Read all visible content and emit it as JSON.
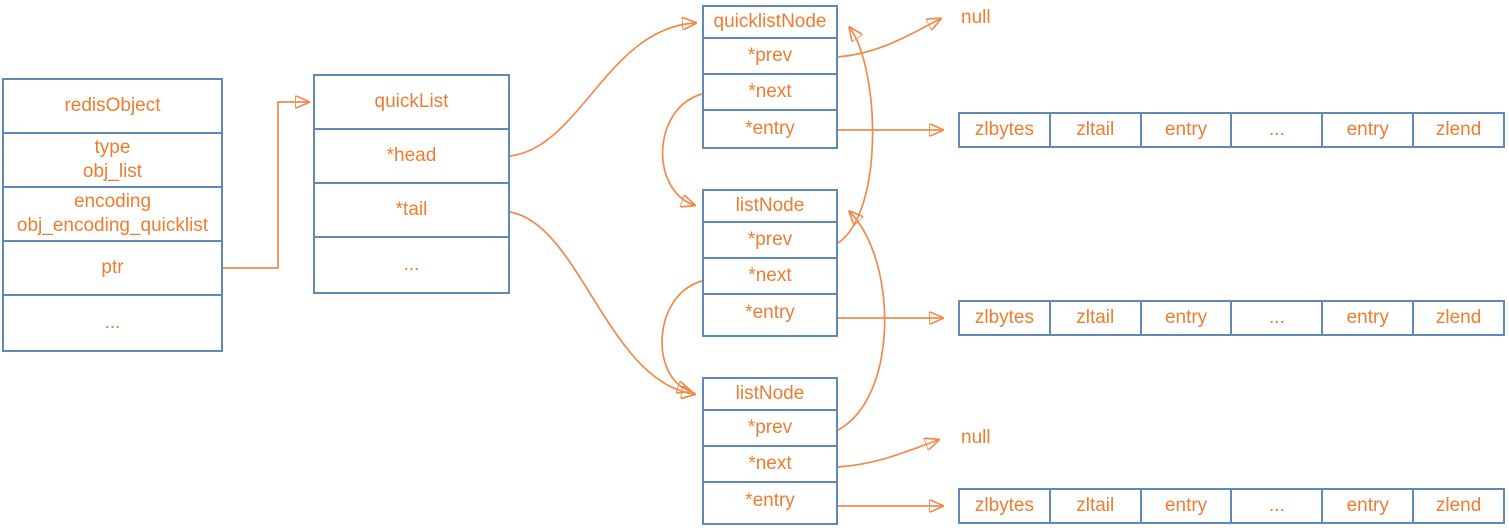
{
  "colors": {
    "accent_orange": "#ED7D31",
    "box_border_blue": "#6288B6"
  },
  "redis_object": {
    "header": "redisObject",
    "rows": [
      [
        "type",
        "obj_list"
      ],
      [
        "encoding",
        "obj_encoding_quicklist"
      ],
      [
        "ptr"
      ],
      [
        "..."
      ]
    ]
  },
  "quick_list": {
    "header": "quickList",
    "rows": [
      "*head",
      "*tail",
      "..."
    ]
  },
  "nodes": {
    "quicklist_node": {
      "header": "quicklistNode",
      "fields": [
        "*prev",
        "*next",
        "*entry"
      ]
    },
    "list_node_top": {
      "header": "listNode",
      "fields": [
        "*prev",
        "*next",
        "*entry"
      ]
    },
    "list_node_bottom": {
      "header": "listNode",
      "fields": [
        "*prev",
        "*next",
        "*entry"
      ]
    }
  },
  "ziplist": {
    "cells": [
      "zlbytes",
      "zltail",
      "entry",
      "...",
      "entry",
      "zlend"
    ]
  },
  "labels": {
    "null_top": "null",
    "null_bottom": "null"
  }
}
